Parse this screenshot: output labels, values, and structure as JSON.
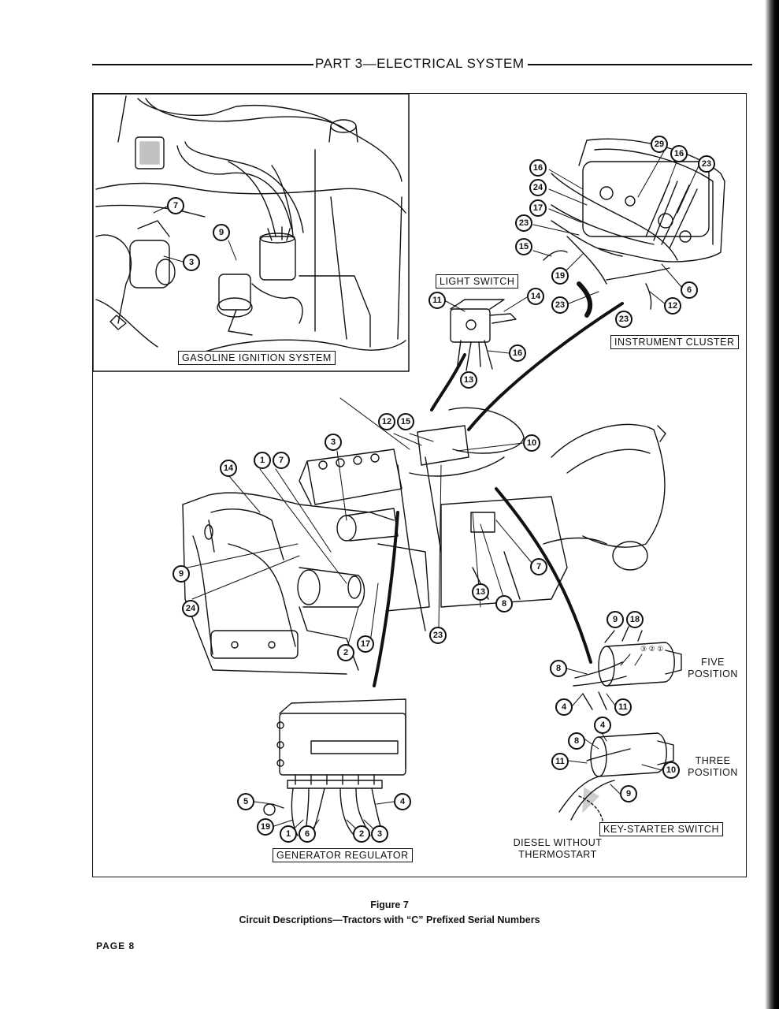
{
  "header": {
    "title": "PART 3—ELECTRICAL SYSTEM"
  },
  "labels": {
    "gasoline_ignition": "GASOLINE IGNITION SYSTEM",
    "light_switch": "LIGHT SWITCH",
    "instrument_cluster": "INSTRUMENT CLUSTER",
    "generator_regulator": "GENERATOR REGULATOR",
    "key_starter_switch": "KEY-STARTER SWITCH",
    "five_position_1": "FIVE",
    "five_position_2": "POSITION",
    "three_position_1": "THREE",
    "three_position_2": "POSITION",
    "diesel_1": "DIESEL WITHOUT",
    "diesel_2": "THERMOSTART"
  },
  "callouts": {
    "c1": "7",
    "c2": "9",
    "c3": "3",
    "c4": "16",
    "c5": "24",
    "c6": "17",
    "c7": "23",
    "c8": "15",
    "c9": "19",
    "c10": "29",
    "c11": "16",
    "c12": "23",
    "c13": "6",
    "c14": "12",
    "c15": "23",
    "c16": "23",
    "c17": "11",
    "c18": "14",
    "c19": "16",
    "c20": "13",
    "c21": "12",
    "c22": "15",
    "c23": "10",
    "c24": "3",
    "c25": "14",
    "c26": "1",
    "c27": "7",
    "c28": "9",
    "c29": "24",
    "c30": "2",
    "c31": "17",
    "c32": "23",
    "c33": "13",
    "c34": "8",
    "c35": "7",
    "c36": "9",
    "c37": "18",
    "c38": "8",
    "c39": "4",
    "c40": "11",
    "c41": "4",
    "c42": "8",
    "c43": "11",
    "c44": "10",
    "c45": "9",
    "c46": "5",
    "c47": "4",
    "c48": "19",
    "c49": "1",
    "c50": "6",
    "c51": "2",
    "c52": "3"
  },
  "figure": {
    "number": "Figure 7",
    "caption": "Circuit Descriptions—Tractors with “C” Prefixed Serial Numbers"
  },
  "footer": {
    "page": "PAGE 8"
  }
}
